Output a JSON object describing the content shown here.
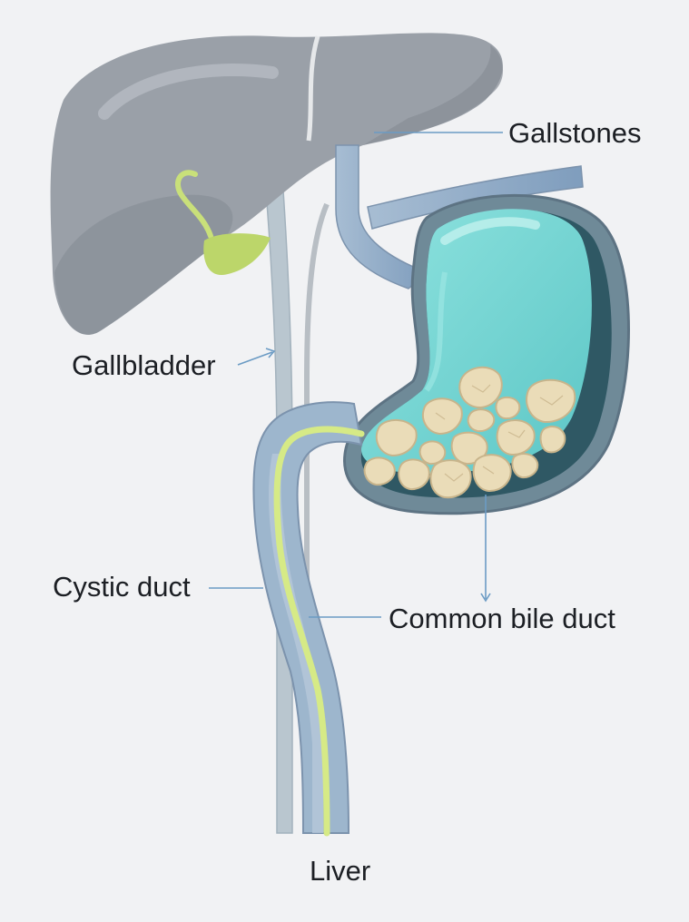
{
  "labels": {
    "gallstones": "Gallstones",
    "gallbladder": "Gallbladder",
    "cystic_duct": "Cystic duct",
    "common_bile_duct": "Common bile duct",
    "liver": "Liver"
  },
  "colors": {
    "background": "#f1f2f4",
    "liver": "#9aa0a8",
    "liver_shadow": "#868c95",
    "duct_blue": "#8fa9c8",
    "duct_light": "#b7c6cf",
    "gallbladder_wall": "#6f7f8e",
    "gallbladder_fill": "#7fd9d6",
    "bile_green": "#d8ec8a",
    "stone": "#eadcb8",
    "leader_line": "#6b9bc4"
  }
}
